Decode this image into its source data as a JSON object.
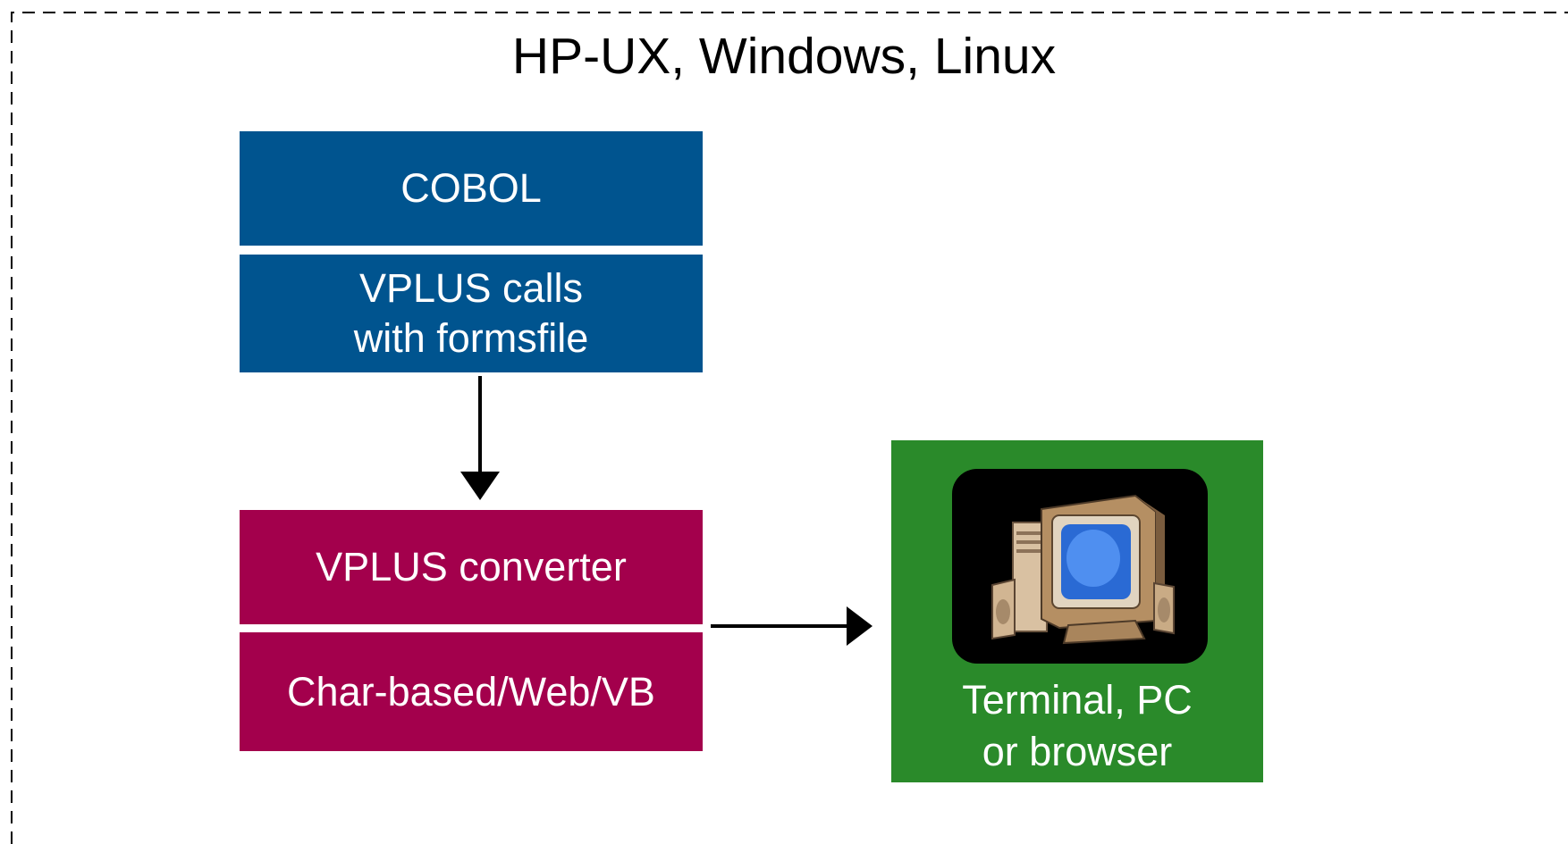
{
  "diagram": {
    "platform_title": "HP-UX, Windows, Linux",
    "blocks": {
      "cobol": "COBOL",
      "vplus_calls_line1": "VPLUS calls",
      "vplus_calls_line2": "with formsfile",
      "vplus_converter": "VPLUS converter",
      "char_based": "Char-based/Web/VB",
      "terminal_line1": "Terminal, PC",
      "terminal_line2": "or browser"
    },
    "icons": {
      "terminal_icon": "computer-icon"
    },
    "colors": {
      "app_blocks": "#00548f",
      "converter_blocks": "#a3004c",
      "output_block": "#2a8a2a",
      "icon_background": "#000000",
      "frame_border": "#000000"
    }
  }
}
